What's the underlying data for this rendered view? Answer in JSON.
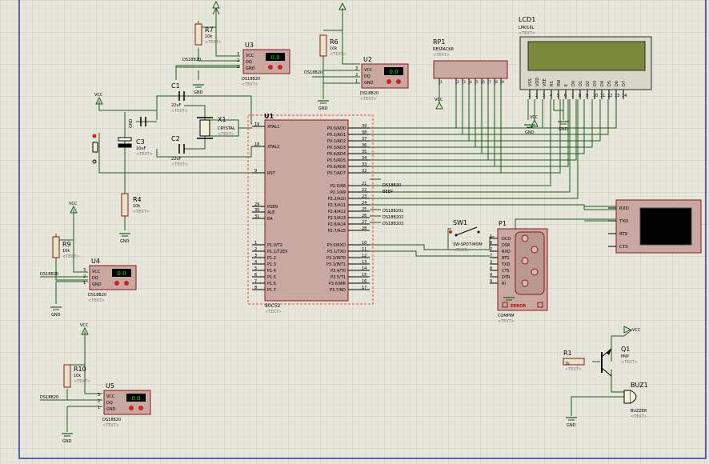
{
  "text_tag": "<TEXT>",
  "mcu": {
    "ref": "U1",
    "part": "80C52",
    "left_pins": [
      {
        "num": "19",
        "name": "XTAL1"
      },
      {
        "num": "18",
        "name": "XTAL2"
      },
      {
        "num": "9",
        "name": "RST"
      },
      {
        "num": "29",
        "name": "PSEN"
      },
      {
        "num": "30",
        "name": "ALE"
      },
      {
        "num": "31",
        "name": "EA"
      },
      {
        "num": "1",
        "name": "P1.0/T2"
      },
      {
        "num": "2",
        "name": "P1.1/T2EX"
      },
      {
        "num": "3",
        "name": "P1.2"
      },
      {
        "num": "4",
        "name": "P1.3"
      },
      {
        "num": "5",
        "name": "P1.4"
      },
      {
        "num": "6",
        "name": "P1.5"
      },
      {
        "num": "7",
        "name": "P1.6"
      },
      {
        "num": "8",
        "name": "P1.7"
      }
    ],
    "right_pins": [
      {
        "num": "39",
        "name": "P0.0/AD0"
      },
      {
        "num": "38",
        "name": "P0.1/AD1"
      },
      {
        "num": "37",
        "name": "P0.2/AD2"
      },
      {
        "num": "36",
        "name": "P0.3/AD3"
      },
      {
        "num": "35",
        "name": "P0.4/AD4"
      },
      {
        "num": "34",
        "name": "P0.5/AD5"
      },
      {
        "num": "33",
        "name": "P0.6/AD6"
      },
      {
        "num": "32",
        "name": "P0.7/AD7"
      },
      {
        "num": "21",
        "name": "P2.0/A8"
      },
      {
        "num": "22",
        "name": "P2.1/A9"
      },
      {
        "num": "23",
        "name": "P2.2/A10"
      },
      {
        "num": "24",
        "name": "P2.3/A11"
      },
      {
        "num": "25",
        "name": "P2.4/A12"
      },
      {
        "num": "26",
        "name": "P2.5/A13"
      },
      {
        "num": "27",
        "name": "P2.6/A14"
      },
      {
        "num": "28",
        "name": "P2.7/A15"
      },
      {
        "num": "10",
        "name": "P3.0/RXD"
      },
      {
        "num": "11",
        "name": "P3.1/TXD"
      },
      {
        "num": "12",
        "name": "P3.2/INT0"
      },
      {
        "num": "13",
        "name": "P3.3/INT1"
      },
      {
        "num": "14",
        "name": "P3.4/T0"
      },
      {
        "num": "15",
        "name": "P3.5/T1"
      },
      {
        "num": "16",
        "name": "P3.6/WR"
      },
      {
        "num": "17",
        "name": "P3.7/RD"
      }
    ]
  },
  "sensors": [
    {
      "ref": "U3",
      "part": "DS18B20",
      "readout": "0.0",
      "pin_dq": "2",
      "pin_vcc": "3",
      "pin_gnd": "1"
    },
    {
      "ref": "U2",
      "part": "DS18B20",
      "readout": "0.0",
      "pin_dq": "2",
      "pin_vcc": "3",
      "pin_gnd": "1"
    },
    {
      "ref": "U4",
      "part": "DS18B20",
      "readout": "0.0",
      "pin_dq": "2",
      "pin_vcc": "3",
      "pin_gnd": "1"
    },
    {
      "ref": "U5",
      "part": "DS18B20",
      "readout": "0.0",
      "pin_dq": "2",
      "pin_vcc": "3",
      "pin_gnd": "1"
    }
  ],
  "sensor_pin_labels": {
    "vcc": "VCC",
    "dq": "DQ",
    "gnd": "GND"
  },
  "resistors": [
    {
      "ref": "R7",
      "value": "10k"
    },
    {
      "ref": "R6",
      "value": "10k"
    },
    {
      "ref": "R4",
      "value": "10k"
    },
    {
      "ref": "R9",
      "value": "10k"
    },
    {
      "ref": "R10",
      "value": "10k"
    },
    {
      "ref": "R1",
      "value": "1k"
    }
  ],
  "capacitors": [
    {
      "ref": "C1",
      "value": "22uF"
    },
    {
      "ref": "C2",
      "value": "22uF"
    },
    {
      "ref": "C3",
      "value": "10uF"
    }
  ],
  "crystal": {
    "ref": "X1",
    "part": "CRYSTAL"
  },
  "lcd": {
    "ref": "LCD1",
    "part": "LM016L",
    "pins": [
      {
        "num": "1",
        "name": "VSS"
      },
      {
        "num": "2",
        "name": "VDD"
      },
      {
        "num": "3",
        "name": "VEE"
      },
      {
        "num": "4",
        "name": "RS"
      },
      {
        "num": "5",
        "name": "RW"
      },
      {
        "num": "6",
        "name": "E"
      },
      {
        "num": "7",
        "name": "D0"
      },
      {
        "num": "8",
        "name": "D1"
      },
      {
        "num": "9",
        "name": "D2"
      },
      {
        "num": "10",
        "name": "D3"
      },
      {
        "num": "11",
        "name": "D4"
      },
      {
        "num": "12",
        "name": "D5"
      },
      {
        "num": "13",
        "name": "D6"
      },
      {
        "num": "14",
        "name": "D7"
      }
    ]
  },
  "respack": {
    "ref": "RP1",
    "part": "RESPACK8",
    "pins": [
      "1",
      "2",
      "3",
      "4",
      "5",
      "6",
      "7",
      "8",
      "9"
    ]
  },
  "switch": {
    "ref": "SW1",
    "part": "SW-SPDT-MOM"
  },
  "compim": {
    "ref": "P1",
    "part": "COMPIM",
    "error_label": "ERROR",
    "pins": [
      {
        "num": "1",
        "name": "DCD"
      },
      {
        "num": "6",
        "name": "DSR"
      },
      {
        "num": "2",
        "name": "RXD"
      },
      {
        "num": "7",
        "name": "RTS"
      },
      {
        "num": "3",
        "name": "TXD"
      },
      {
        "num": "8",
        "name": "CTS"
      },
      {
        "num": "4",
        "name": "DTR"
      },
      {
        "num": "9",
        "name": "RI"
      }
    ]
  },
  "terminal": {
    "pins": [
      "RXD",
      "TXD",
      "RTS",
      "CTS"
    ]
  },
  "transistor": {
    "ref": "Q1",
    "part": "PNP"
  },
  "buzzer": {
    "ref": "BUZ1",
    "part": "BUZZER"
  },
  "net_labels": {
    "vcc": "VCC",
    "gnd": "GND",
    "ds_p20": "DS18B20",
    "beep": "BEEP",
    "ds_p24": "DS18B201",
    "ds_p25": "DS18B202",
    "ds_p26": "DS18B203",
    "ds_u3": "DS18B20",
    "ds_u2": "DS18B20",
    "ds_u4": "DS18B20",
    "ds_u5": "DS18B20"
  },
  "colors": {
    "paper": "#e6e6da",
    "grid": "#cfcfc0",
    "wire": "#1c5a1c",
    "body": "#c8a8a0",
    "outline": "#8b1a1a",
    "lcd_screen": "#7a8a3a",
    "lcd_frame": "#d8d8c8",
    "display": "#00ff00",
    "terminal_screen": "#000000",
    "frame": "#2a3aa0"
  }
}
